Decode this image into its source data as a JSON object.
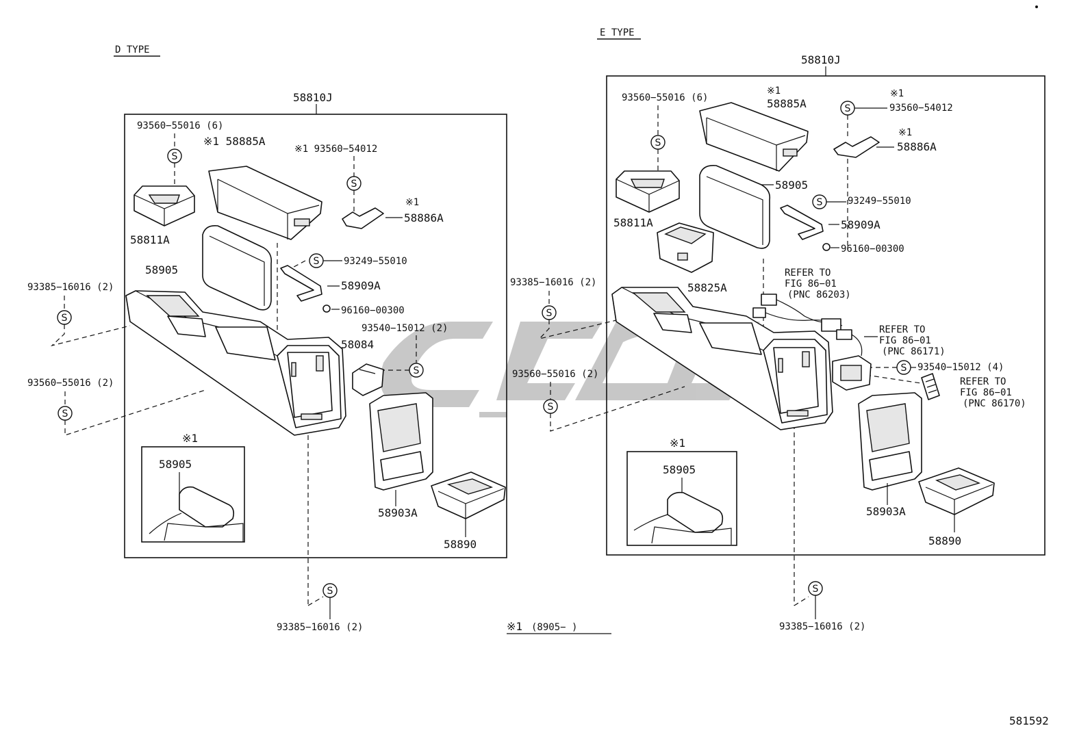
{
  "colors": {
    "line": "#111111",
    "background": "#ffffff",
    "watermark": "#9a9a9a"
  },
  "icons": {
    "screw_symbol": "S"
  },
  "footnote": {
    "mark": "※1",
    "range": "(8905−       )"
  },
  "drawing_number": "581592",
  "d_type": {
    "title": "D TYPE",
    "assembly": "58810J",
    "l_93560_top": "93560−55016 (6)",
    "l_58885A": "※1 58885A",
    "l_93560_54012": "※1  93560−54012",
    "l_58886A_mark": "※1",
    "l_58886A": "58886A",
    "l_58811A": "58811A",
    "l_58905": "58905",
    "l_93249": "93249−55010",
    "l_58909A": "58909A",
    "l_96160": "96160−00300",
    "l_93385_left": "93385−16016 (2)",
    "l_93540": "93540−15012 (2)",
    "l_58084": "58084",
    "l_93560_left": "93560−55016 (2)",
    "inset_mark": "※1",
    "inset_58905": "58905",
    "l_58903A": "58903A",
    "l_58890": "58890",
    "l_93385_bottom": "93385−16016 (2)"
  },
  "e_type": {
    "title": "E TYPE",
    "assembly": "58810J",
    "l_93560_top": "93560−55016 (6)",
    "l_58885A_mark": "※1",
    "l_58885A": "58885A",
    "l_93560_54012_mark": "※1",
    "l_93560_54012": "93560−54012",
    "l_58886A_mark": "※1",
    "l_58886A": "58886A",
    "l_58905": "58905",
    "l_58811A": "58811A",
    "l_93249": "93249−55010",
    "l_58909A": "58909A",
    "l_96160": "96160−00300",
    "l_93385_left": "93385−16016 (2)",
    "l_58825A": "58825A",
    "refer1": [
      "REFER TO",
      "FIG 86−01",
      "(PNC 86203)"
    ],
    "refer2": [
      "REFER TO",
      "FIG 86−01",
      "(PNC 86171)"
    ],
    "l_93540": "93540−15012 (4)",
    "refer3": [
      "REFER TO",
      "FIG 86−01",
      "(PNC 86170)"
    ],
    "l_93560_left": "93560−55016 (2)",
    "inset_mark": "※1",
    "inset_58905": "58905",
    "l_58903A": "58903A",
    "l_58890": "58890",
    "l_93385_bottom": "93385−16016 (2)"
  }
}
